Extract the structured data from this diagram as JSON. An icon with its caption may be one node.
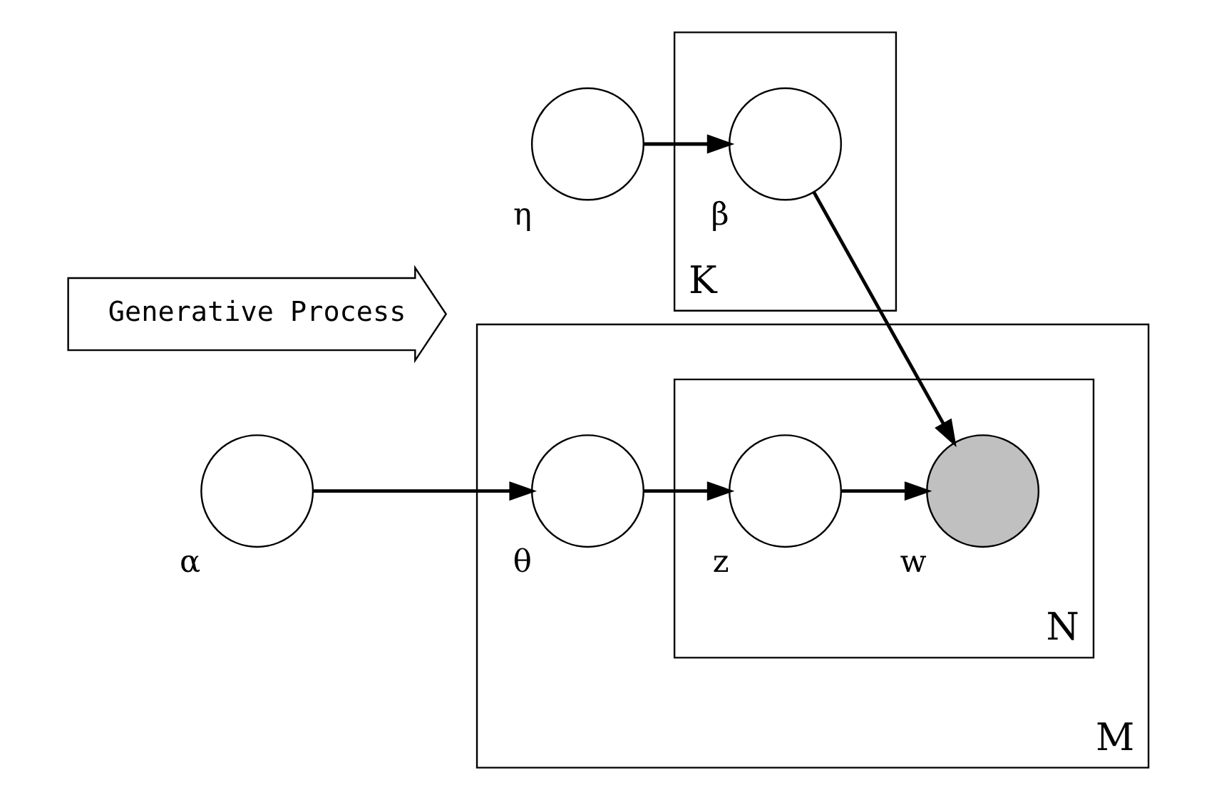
{
  "diagram": {
    "nodes": [
      {
        "text": [],
        "shape": "circle",
        "beside": [
          "η"
        ]
      },
      {
        "text": [
          "K"
        ]
      },
      {
        "text": [],
        "shape": "circle",
        "beside": [
          "β"
        ],
        "in": 1
      },
      {
        "text": [
          "Generative Process"
        ]
      },
      {
        "text": [
          "M"
        ]
      },
      {
        "text": [],
        "shape": "circle",
        "beside": [
          "α"
        ]
      },
      {
        "text": [],
        "shape": "circle",
        "beside": [
          "θ"
        ],
        "in": 4
      },
      {
        "text": [
          "N"
        ],
        "in": 4
      },
      {
        "text": [],
        "shape": "circle",
        "beside": [
          "z"
        ],
        "in": 7
      },
      {
        "text": [],
        "shape": "circle",
        "beside": [
          "w"
        ],
        "in": 7
      }
    ],
    "edges": [
      {
        "from": 0,
        "to": 2,
        "arrow": "to"
      },
      {
        "from": 2,
        "to": 9,
        "arrow": "to"
      },
      {
        "from": 5,
        "to": 6,
        "arrow": "to"
      },
      {
        "from": 6,
        "to": 8,
        "arrow": "to"
      },
      {
        "from": 8,
        "to": 9,
        "arrow": "to"
      }
    ]
  }
}
